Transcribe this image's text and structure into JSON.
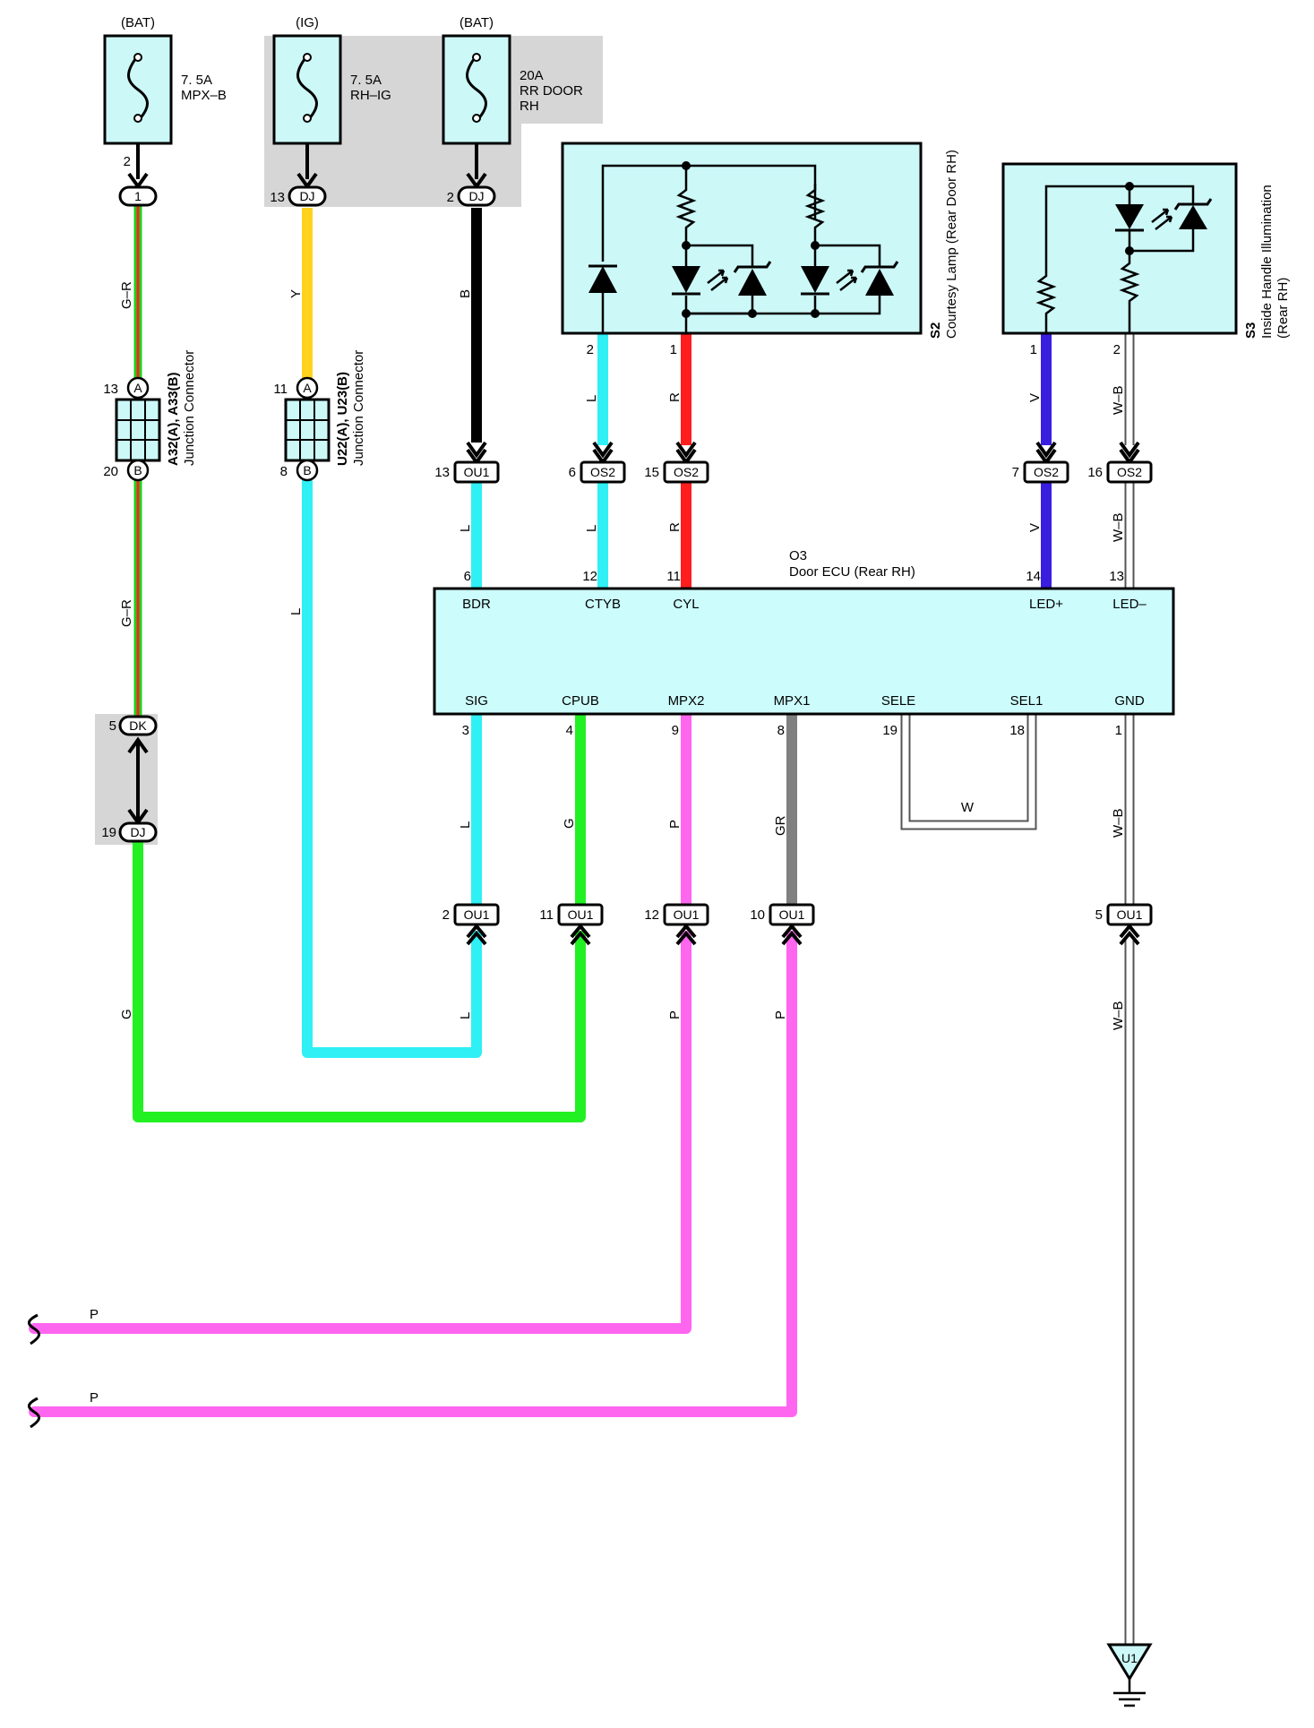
{
  "colors": {
    "G-R_green": "#1cd41c",
    "G-R_red": "#ff2020",
    "Y": "#ffd21e",
    "B": "#000000",
    "L": "#2ef0f5",
    "R": "#ff1e1e",
    "V": "#3a1ee0",
    "W-B": "#ffffff",
    "G": "#22f022",
    "P": "#ff66f0",
    "GR": "#808080",
    "component_fill": "#ccf8f8",
    "ecu_fill": "#ccfcfc",
    "shade": "#d6d6d6"
  },
  "fuses": [
    {
      "id": "fuse-mpx-b",
      "source": "(BAT)",
      "rating": "7. 5A",
      "name": "MPX–B",
      "name2": ""
    },
    {
      "id": "fuse-rh-ig",
      "source": "(IG)",
      "rating": "7. 5A",
      "name": "RH–IG",
      "name2": ""
    },
    {
      "id": "fuse-rr-door-rh",
      "source": "(BAT)",
      "rating": "20A",
      "name": "RR DOOR",
      "name2": "RH"
    }
  ],
  "junction_connectors": [
    {
      "id": "A32(A), A33(B)",
      "title": "A32(A), A33(B)",
      "subtitle": "Junction Connector",
      "pin_top": "13",
      "pin_top_tag": "A",
      "pin_bottom": "20",
      "pin_bottom_tag": "B"
    },
    {
      "id": "U22(A), U23(B)",
      "title": "U22(A), U23(B)",
      "subtitle": "Junction Connector",
      "pin_top": "11",
      "pin_top_tag": "A",
      "pin_bottom": "8",
      "pin_bottom_tag": "B"
    }
  ],
  "components": {
    "s2": {
      "code": "S2",
      "name": "Courtesy Lamp (Rear Door RH)",
      "pins": [
        "2",
        "1"
      ]
    },
    "s3": {
      "code": "S3",
      "name": "Inside Handle Illumination",
      "name2": "(Rear RH)",
      "pins": [
        "1",
        "2"
      ]
    },
    "o3": {
      "code": "O3",
      "name": "Door ECU (Rear RH)",
      "top_terminals": [
        {
          "pin": "6",
          "name": "BDR"
        },
        {
          "pin": "12",
          "name": "CTYB"
        },
        {
          "pin": "11",
          "name": "CYL"
        },
        {
          "pin": "14",
          "name": "LED+"
        },
        {
          "pin": "13",
          "name": "LED–"
        }
      ],
      "bottom_terminals": [
        {
          "pin": "3",
          "name": "SIG"
        },
        {
          "pin": "4",
          "name": "CPUB"
        },
        {
          "pin": "9",
          "name": "MPX2"
        },
        {
          "pin": "8",
          "name": "MPX1"
        },
        {
          "pin": "19",
          "name": "SELE"
        },
        {
          "pin": "18",
          "name": "SEL1"
        },
        {
          "pin": "1",
          "name": "GND"
        }
      ]
    }
  },
  "connectors": [
    {
      "key": "c1",
      "pin": "2",
      "tag": "1"
    },
    {
      "key": "c2",
      "pin": "13",
      "tag": "DJ"
    },
    {
      "key": "c3",
      "pin": "2",
      "tag": "DJ"
    },
    {
      "key": "c4",
      "pin": "13",
      "tag": "OU1"
    },
    {
      "key": "c5",
      "pin": "6",
      "tag": "OS2"
    },
    {
      "key": "c6",
      "pin": "15",
      "tag": "OS2"
    },
    {
      "key": "c7",
      "pin": "7",
      "tag": "OS2"
    },
    {
      "key": "c8",
      "pin": "16",
      "tag": "OS2"
    },
    {
      "key": "c9",
      "pin": "5",
      "tag": "DK"
    },
    {
      "key": "c10",
      "pin": "19",
      "tag": "DJ"
    },
    {
      "key": "c11",
      "pin": "2",
      "tag": "OU1"
    },
    {
      "key": "c12",
      "pin": "11",
      "tag": "OU1"
    },
    {
      "key": "c13",
      "pin": "12",
      "tag": "OU1"
    },
    {
      "key": "c14",
      "pin": "10",
      "tag": "OU1"
    },
    {
      "key": "c15",
      "pin": "5",
      "tag": "OU1"
    }
  ],
  "wire_labels": {
    "gr1": "G–R",
    "gr2": "G–R",
    "y": "Y",
    "l1": "L",
    "b": "B",
    "l2": "L",
    "r1": "R",
    "l3": "L",
    "r2": "R",
    "v1": "V",
    "wb1": "W–B",
    "v2": "V",
    "wb2": "W–B",
    "l4": "L",
    "g1": "G",
    "p1": "P",
    "gr": "GR",
    "wb3": "W–B",
    "w": "W",
    "g2": "G",
    "l5": "L",
    "g3": "G",
    "p2": "P",
    "p3": "P",
    "wb4": "W–B",
    "p4": "P",
    "p5": "P"
  },
  "ground": {
    "tag": "U1"
  }
}
